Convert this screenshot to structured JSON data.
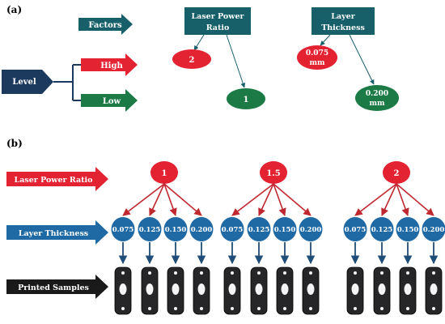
{
  "panel_a": {
    "label": "(a)",
    "legend": {
      "factors": "Factors",
      "level": "Level",
      "high": "High",
      "low": "Low"
    },
    "factor_laser": {
      "title_line1": "Laser Power",
      "title_line2": "Ratio",
      "high_value": "2",
      "low_value": "1"
    },
    "factor_layer": {
      "title_line1": "Layer",
      "title_line2": "Thickness",
      "high_value_line1": "0.075",
      "high_value_line2": "mm",
      "low_value_line1": "0.200",
      "low_value_line2": "mm"
    }
  },
  "panel_b": {
    "label": "(b)",
    "row_labels": {
      "laser": "Laser Power Ratio",
      "layer": "Layer Thickness",
      "samples": "Printed Samples"
    },
    "groups": [
      {
        "ratio": "1",
        "thicknesses": [
          "0.075",
          "0.125",
          "0.150",
          "0.200"
        ]
      },
      {
        "ratio": "1.5",
        "thicknesses": [
          "0.075",
          "0.125",
          "0.150",
          "0.200"
        ]
      },
      {
        "ratio": "2",
        "thicknesses": [
          "0.075",
          "0.125",
          "0.150",
          "0.200"
        ]
      }
    ]
  },
  "colors": {
    "teal": "#17606a",
    "navy": "#1c3a5e",
    "red": "#e32232",
    "green": "#1b7a45",
    "blue": "#1f6aa5",
    "dark_red": "#c0282f",
    "black": "#1a1a1a"
  }
}
